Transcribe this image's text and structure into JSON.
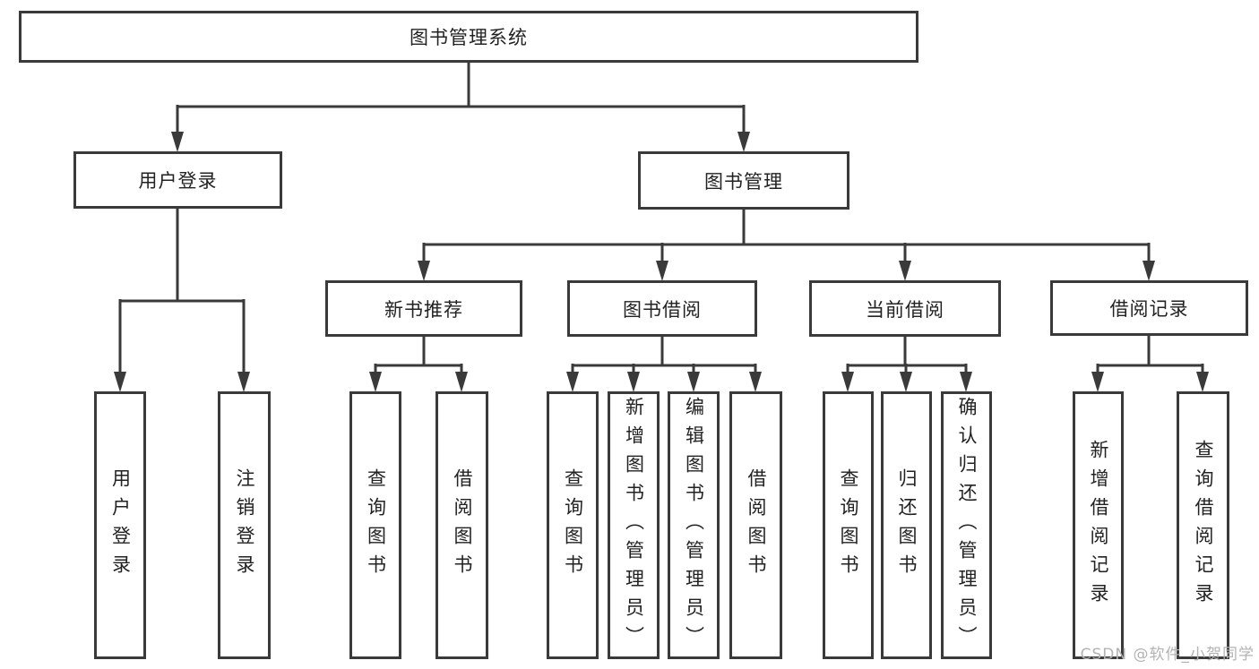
{
  "diagram_title": "图书管理系统",
  "tree": {
    "root": "图书管理系统",
    "branches": [
      {
        "label": "用户登录",
        "children": [
          "用户登录",
          "注销登录"
        ]
      },
      {
        "label": "图书管理",
        "children": [
          {
            "label": "新书推荐",
            "children": [
              "查询图书",
              "借阅图书"
            ]
          },
          {
            "label": "图书借阅",
            "children": [
              "查询图书",
              "新增图书（管理员）",
              "编辑图书（管理员）",
              "借阅图书"
            ]
          },
          {
            "label": "当前借阅",
            "children": [
              "查询图书",
              "归还图书",
              "确认归还（管理员）"
            ]
          },
          {
            "label": "借阅记录",
            "children": [
              "新增借阅记录",
              "查询借阅记录"
            ]
          }
        ]
      }
    ]
  },
  "watermark": "CSDN @软件_小贺同学",
  "colors": {
    "line": "#3a3a3a",
    "box_border": "#3a3a3a",
    "text": "#222222",
    "watermark": "#b3b3b3",
    "background": "#ffffff"
  }
}
